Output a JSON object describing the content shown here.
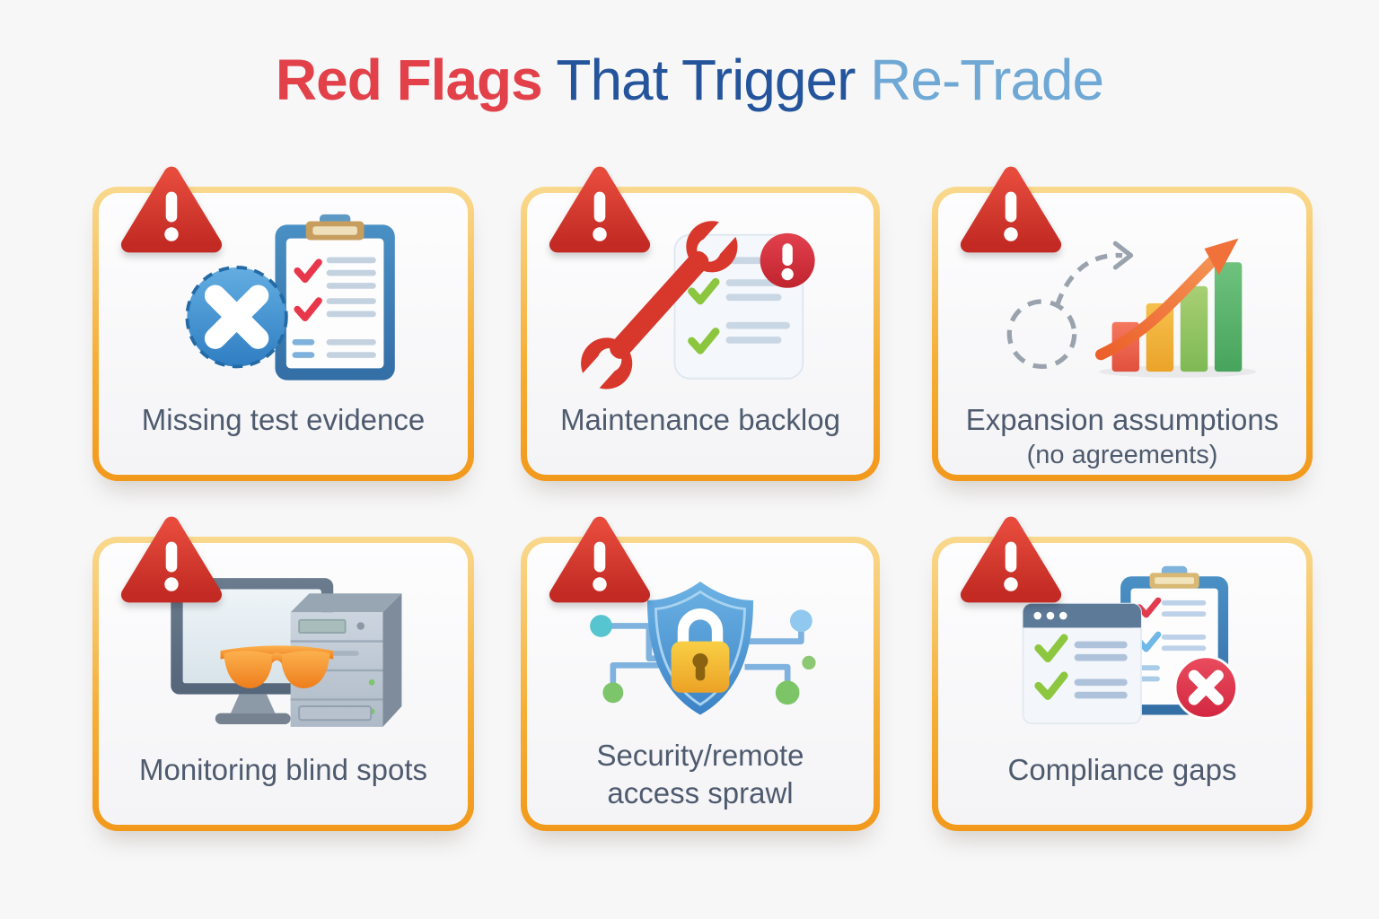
{
  "title": {
    "part1": "Red Flags",
    "part2": " That Trigger ",
    "part3": "Re-Trade"
  },
  "theme": {
    "title_red": "#e2414a",
    "title_dark_blue": "#24549b",
    "title_light_blue": "#6fa8d4",
    "card_border_top": "#f9d98e",
    "card_border_bottom": "#f2991c",
    "card_background": "#f6f6f7",
    "label_color": "#4e5a6e",
    "warning_red": "#d23a2e"
  },
  "cards": [
    {
      "label": "Missing test evidence",
      "icon": "clipboard-x-icon"
    },
    {
      "label": "Maintenance backlog",
      "icon": "wrench-checklist-icon"
    },
    {
      "label": "Expansion assumptions",
      "label2": "(no agreements)",
      "icon": "growth-chart-icon"
    },
    {
      "label": "Monitoring blind spots",
      "icon": "monitor-server-blindfold-icon"
    },
    {
      "label": "Security/remote",
      "label2": "access sprawl",
      "icon": "shield-lock-network-icon"
    },
    {
      "label": "Compliance gaps",
      "icon": "checklist-clipboard-error-icon"
    }
  ]
}
